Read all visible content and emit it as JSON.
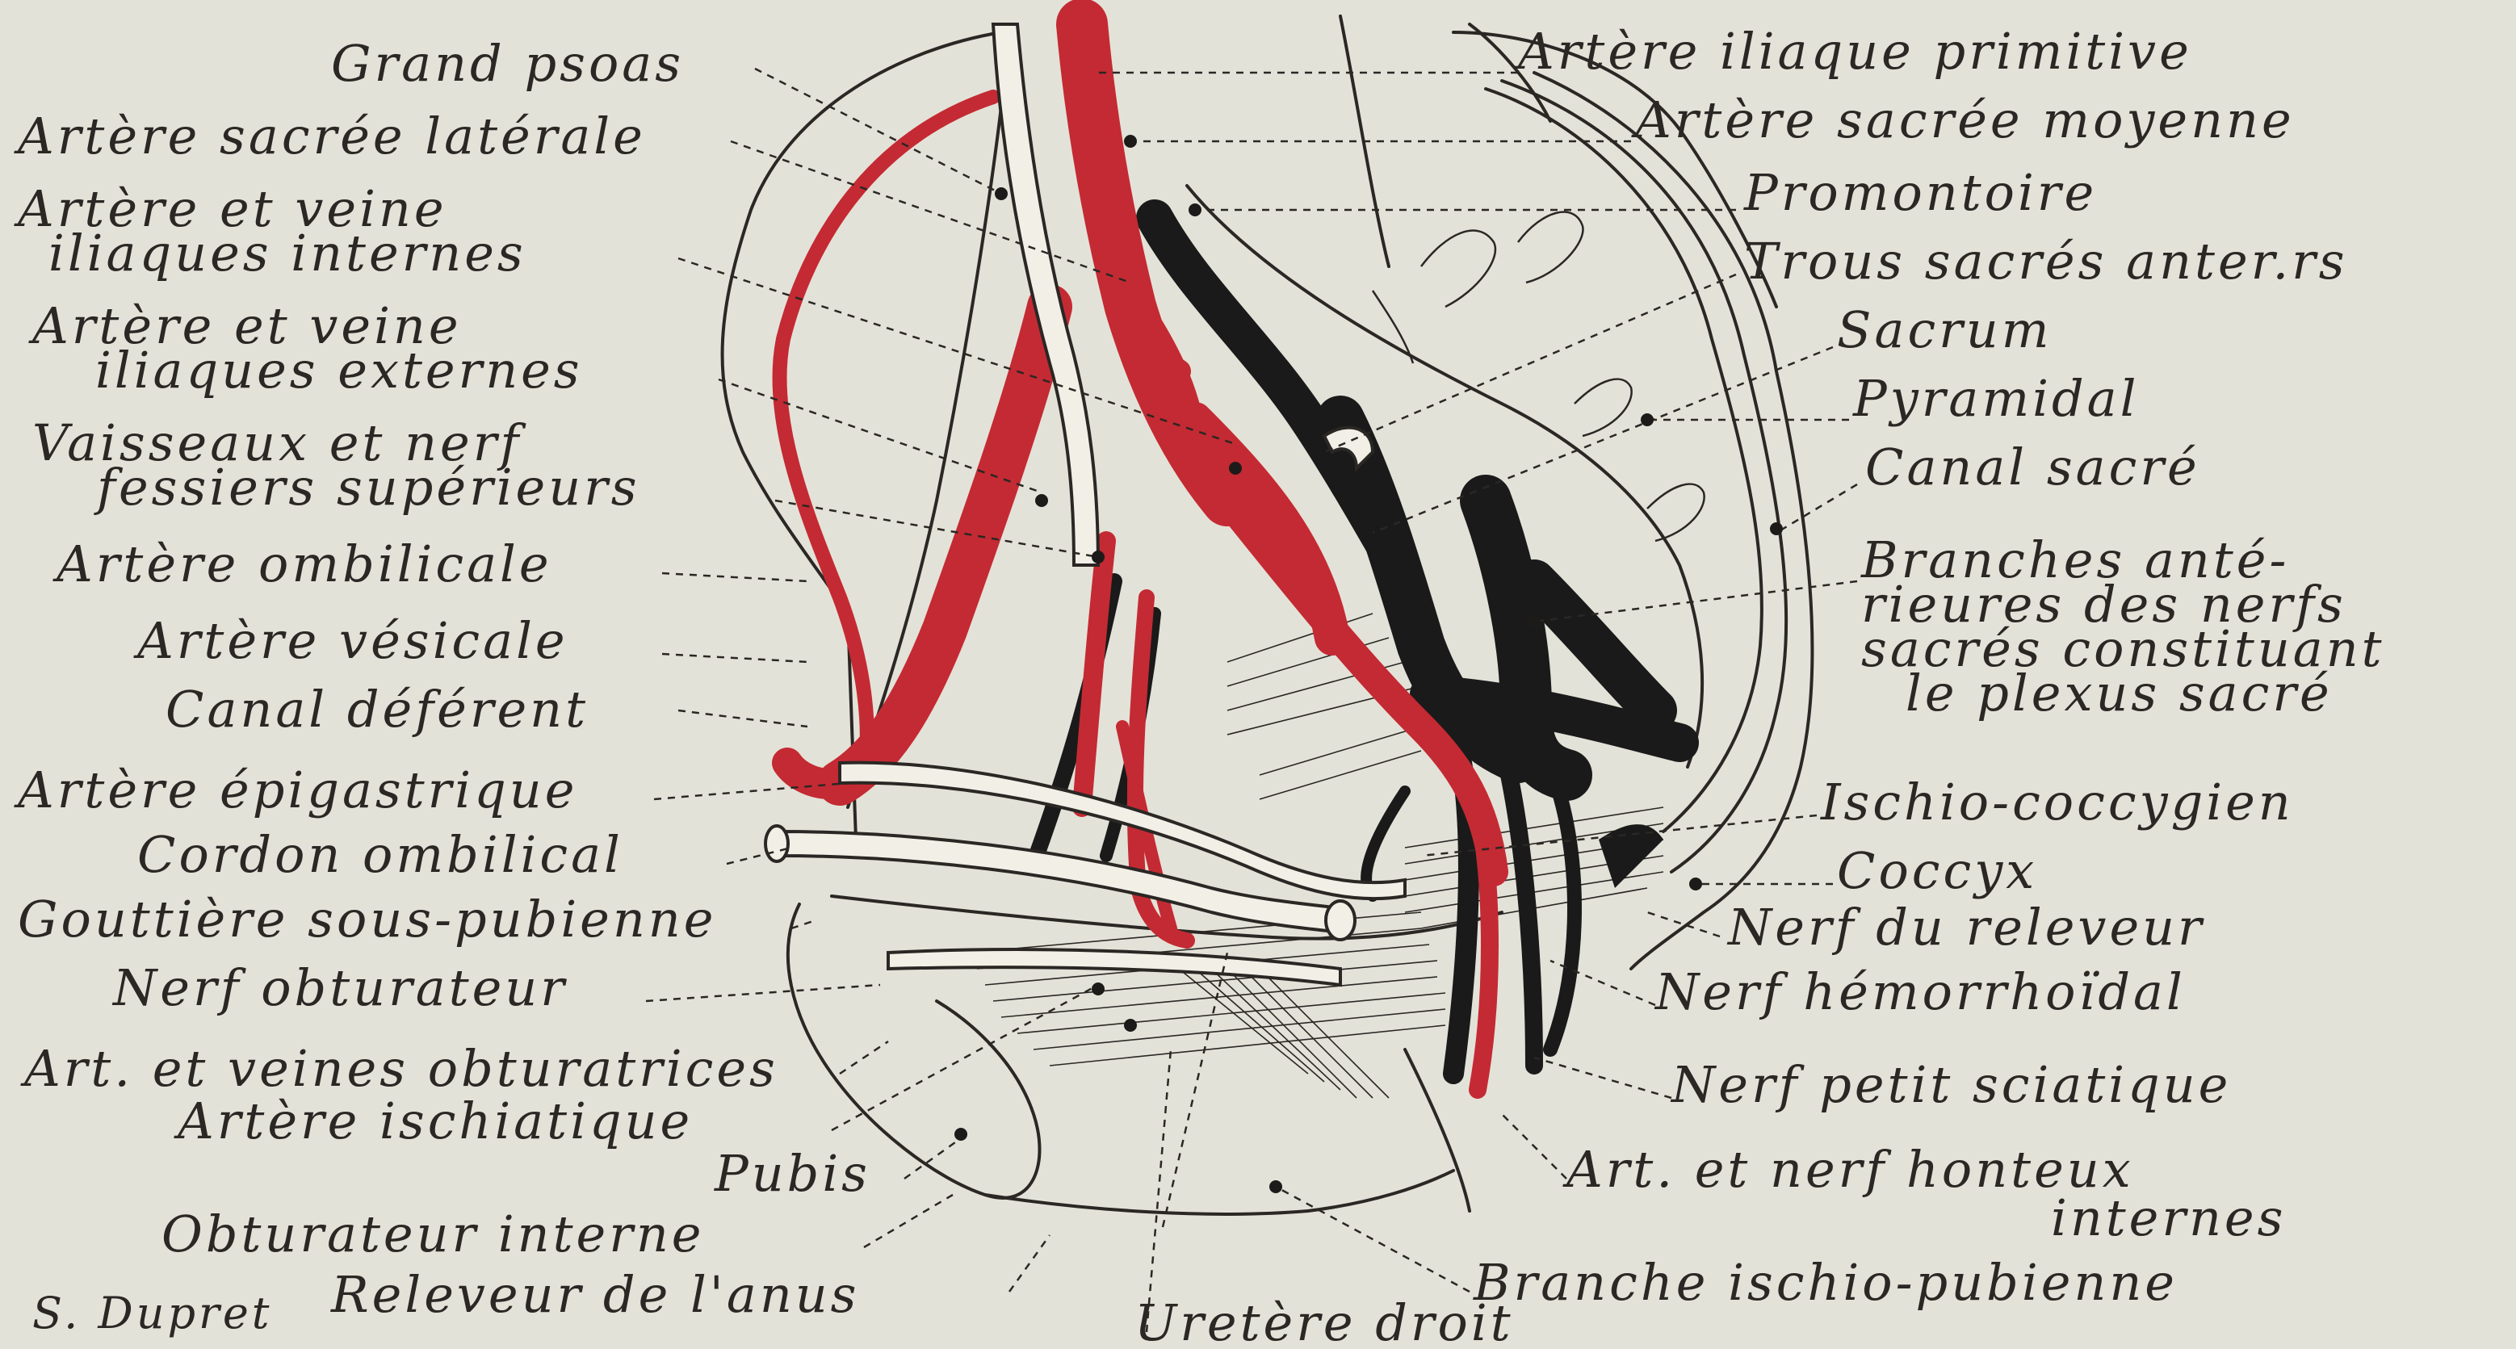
{
  "figure": {
    "signature": "S. Dupret",
    "colors": {
      "background": "#e3e2d8",
      "artery": "#c42a33",
      "nerve": "#1a1a1a",
      "ink": "#2a2724"
    }
  },
  "labels_left": [
    "Grand psoas",
    "Artère sacrée latérale",
    "Artère et veine",
    "iliaques internes",
    "Artère et veine",
    "iliaques externes",
    "Vaisseaux et nerf",
    "fessiers supérieurs",
    "Artère ombilicale",
    "Artère vésicale",
    "Canal déférent",
    "Artère épigastrique",
    "Cordon ombilical",
    "Gouttière sous-pubienne",
    "Nerf obturateur",
    "Art. et veines obturatrices",
    "Artère ischiatique",
    "Pubis",
    "Obturateur interne",
    "Releveur de l'anus"
  ],
  "labels_right": [
    "Artère iliaque primitive",
    "Artère sacrée moyenne",
    "Promontoire",
    "Trous sacrés anter.rs",
    "Sacrum",
    "Pyramidal",
    "Canal sacré",
    "Branches anté-",
    "rieures des nerfs",
    "sacrés constituant",
    "le plexus sacré",
    "Ischio-coccygien",
    "Coccyx",
    "Nerf du releveur",
    "Nerf hémorrhoïdal",
    "Nerf petit sciatique",
    "Art. et nerf honteux",
    "internes",
    "Branche ischio-pubienne"
  ],
  "labels_bottom": [
    "Uretère droit"
  ]
}
